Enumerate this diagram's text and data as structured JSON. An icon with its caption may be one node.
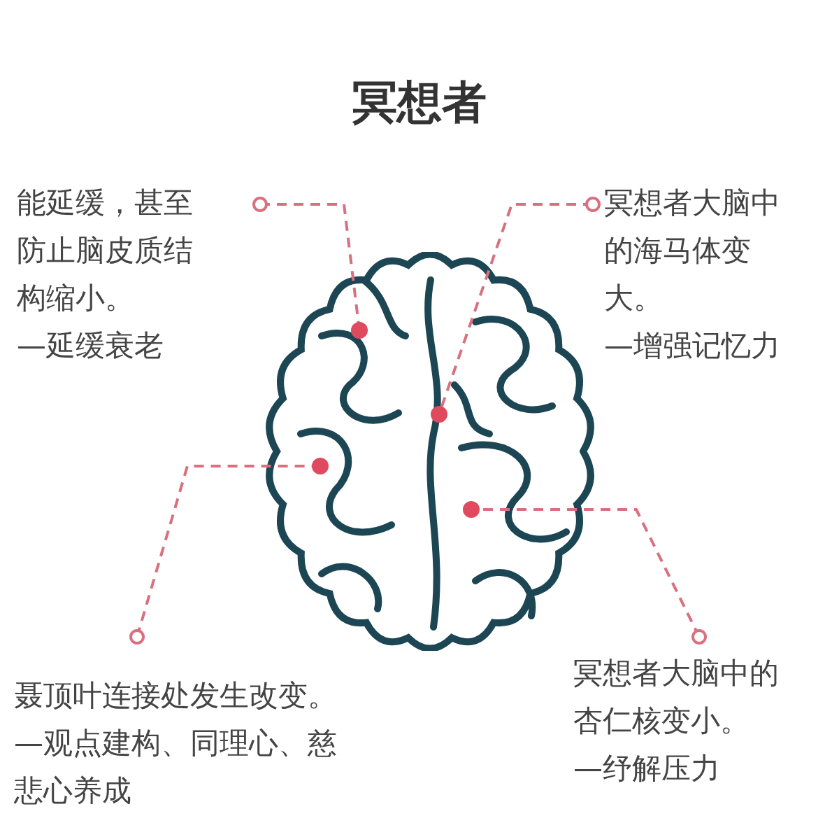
{
  "diagram": {
    "title": "冥想者",
    "nodes": [
      {
        "text": [],
        "shape": "picture"
      },
      {
        "text": [
          "能延缓，甚至防止脑皮质结构缩小。",
          "—延缓衰老"
        ]
      },
      {
        "text": [
          "冥想者大脑中的海马体变大。",
          "—增强记忆力"
        ]
      },
      {
        "text": [
          "聂顶叶连接处发生改变。",
          "—观点建构、同理心、慈悲心养成"
        ]
      },
      {
        "text": [
          "冥想者大脑中的杏仁核变小。",
          "—纾解压力"
        ]
      }
    ],
    "edges": [
      {
        "from": 1,
        "to": 0,
        "arrow": "other",
        "style": "dashed"
      },
      {
        "from": 2,
        "to": 0,
        "arrow": "other",
        "style": "dashed"
      },
      {
        "from": 3,
        "to": 0,
        "arrow": "other",
        "style": "dashed"
      },
      {
        "from": 4,
        "to": 0,
        "arrow": "other",
        "style": "dashed"
      }
    ]
  }
}
